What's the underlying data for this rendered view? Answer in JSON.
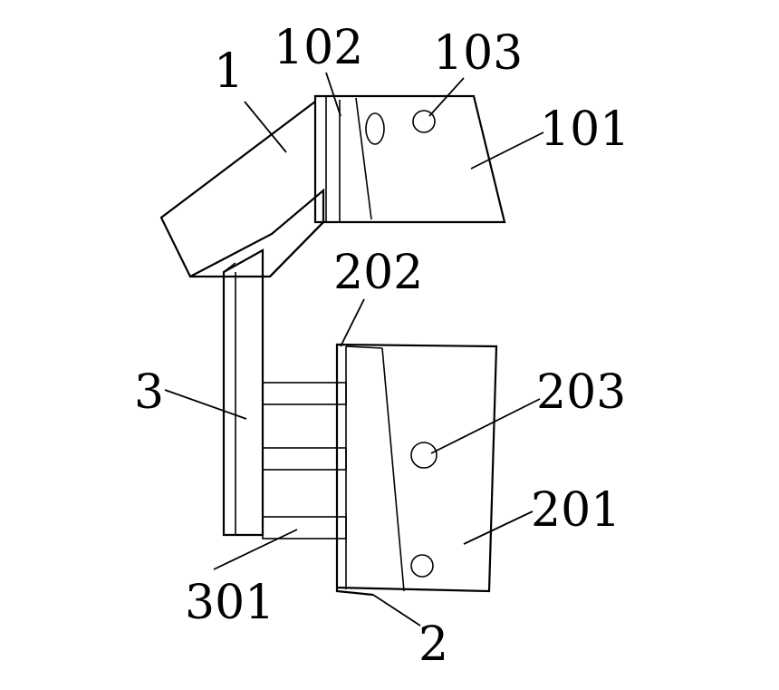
{
  "labels": {
    "part_1": "1",
    "part_102": "102",
    "part_103": "103",
    "part_101": "101",
    "part_202": "202",
    "part_3": "3",
    "part_203": "203",
    "part_201": "201",
    "part_301": "301",
    "part_2": "2"
  },
  "colors": {
    "line": "#000000",
    "background": "#ffffff"
  }
}
